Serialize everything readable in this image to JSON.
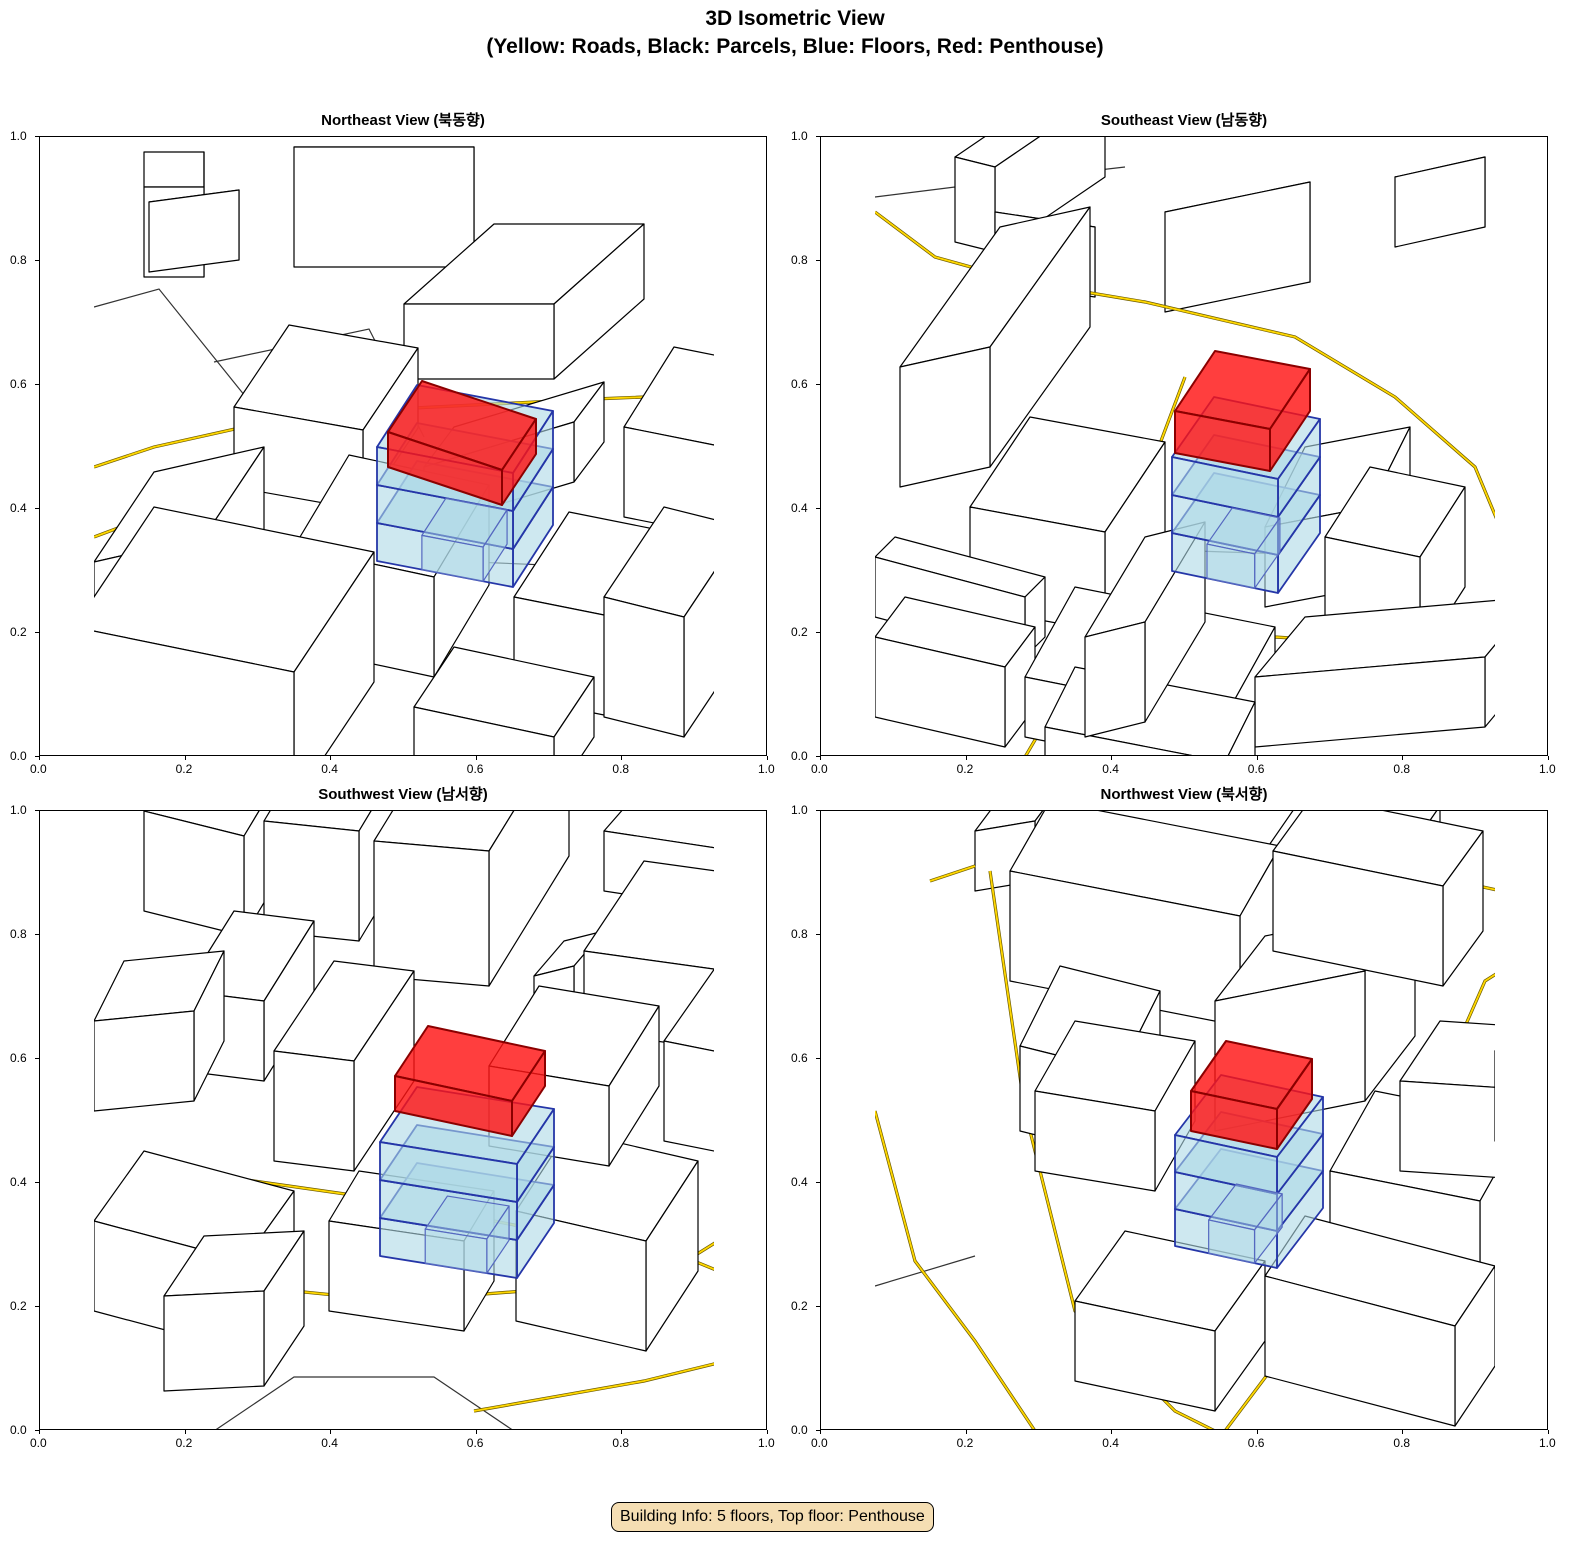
{
  "chart_data": {
    "type": "diagram-3d-isometric",
    "title": "3D Isometric View",
    "subtitle": "(Yellow: Roads, Black: Parcels, Blue: Floors, Red: Penthouse)",
    "legend": [
      {
        "label": "Roads",
        "color": "#ffd700"
      },
      {
        "label": "Parcels",
        "color": "#000000"
      },
      {
        "label": "Floors",
        "color": "#4060c0"
      },
      {
        "label": "Penthouse",
        "color": "#ff0000"
      }
    ],
    "xlim": [
      0,
      1
    ],
    "ylim": [
      0,
      1
    ],
    "x_ticks": [
      "0.0",
      "0.2",
      "0.4",
      "0.6",
      "0.8",
      "1.0"
    ],
    "y_ticks": [
      "0.0",
      "0.2",
      "0.4",
      "0.6",
      "0.8",
      "1.0"
    ],
    "panels": [
      {
        "title": "Northeast View (북동향)"
      },
      {
        "title": "Southeast View (남동향)"
      },
      {
        "title": "Southwest View (남서향)"
      },
      {
        "title": "Northwest View (북서향)"
      }
    ],
    "building": {
      "floors": 5,
      "top_floor": "Penthouse"
    }
  },
  "info_box": "Building Info: 5 floors, Top floor: Penthouse"
}
